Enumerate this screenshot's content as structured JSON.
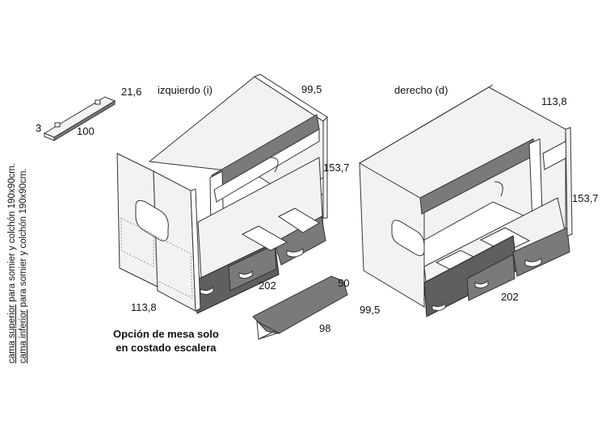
{
  "labels": {
    "left_title": "izquierdo (i)",
    "right_title": "derecho (d)",
    "shelf_width": "21,6",
    "shelf_height": "3",
    "shelf_length": "100",
    "left_depth_top": "99,5",
    "left_height": "153,7",
    "left_width_bottom": "113,8",
    "left_length": "202",
    "table_depth": "50",
    "table_length": "98",
    "right_depth_top": "113,8",
    "right_height": "153,7",
    "right_width_bottom": "99,5",
    "right_length": "202"
  },
  "table_option": {
    "line1": "Opción de mesa solo",
    "line2": "en costado escalera"
  },
  "side_note": {
    "line1_underlined": "cama superior",
    "line1_rest": " para somier y colchón 190x90cm.",
    "line2_underlined": "cama inferior",
    "line2_rest": " para somier y colchón 190x90cm."
  },
  "colors": {
    "panel": "#f2f2f2",
    "accent": "#7a7a7a",
    "outline": "#333333"
  }
}
